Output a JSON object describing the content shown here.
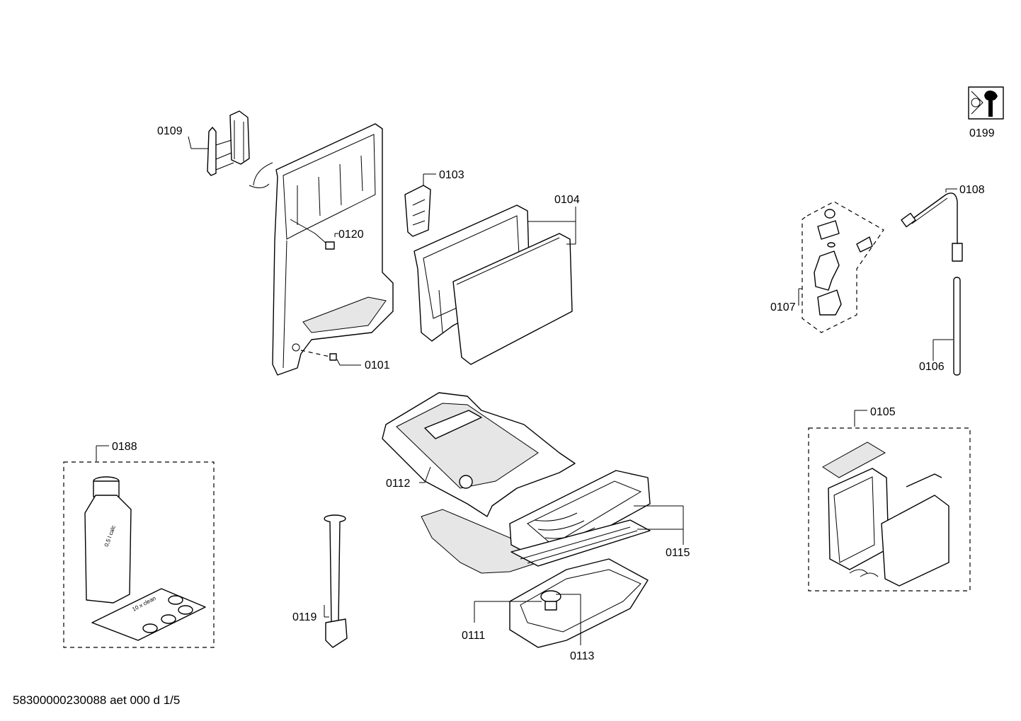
{
  "document_id": "58300000230088 aet 000 d 1/5",
  "parts": [
    {
      "id": "0101",
      "label": "0101"
    },
    {
      "id": "0103",
      "label": "0103"
    },
    {
      "id": "0104",
      "label": "0104"
    },
    {
      "id": "0105",
      "label": "0105"
    },
    {
      "id": "0106",
      "label": "0106"
    },
    {
      "id": "0107",
      "label": "0107"
    },
    {
      "id": "0108",
      "label": "0108"
    },
    {
      "id": "0109",
      "label": "0109"
    },
    {
      "id": "0111",
      "label": "0111"
    },
    {
      "id": "0112",
      "label": "0112"
    },
    {
      "id": "0113",
      "label": "0113"
    },
    {
      "id": "0115",
      "label": "0115"
    },
    {
      "id": "0119",
      "label": "0119"
    },
    {
      "id": "0120",
      "label": "0120"
    },
    {
      "id": "0188",
      "label": "0188"
    },
    {
      "id": "0199",
      "label": "0199"
    }
  ],
  "bottle_text": "0,5 l calc",
  "tablet_pack_text": "10 x clean",
  "icons": {
    "service": "wrench-service-icon"
  }
}
